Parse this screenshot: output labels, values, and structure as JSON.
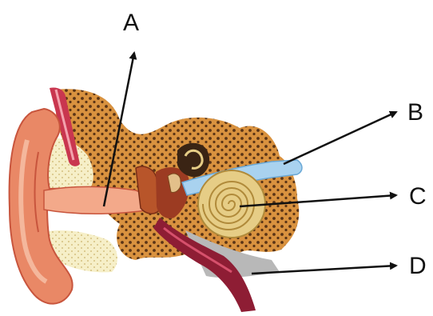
{
  "labels": {
    "a": "A",
    "b": "B",
    "c": "C",
    "d": "D"
  },
  "colors": {
    "outer_ear": "#e98866",
    "outer_ear_edge": "#c8553d",
    "ear_canal": "#f3a98a",
    "bone": "#d9923f",
    "bone_dots": "#5a3416",
    "cartilage": "#f4ecc0",
    "muscle": "#c9364f",
    "cochlea": "#e6cd86",
    "cochlea_line": "#b08a3a",
    "nerve": "#a9d2ef",
    "tube": "#8e1d34",
    "grey_band": "#b8b8b8",
    "arrow": "#111111"
  }
}
